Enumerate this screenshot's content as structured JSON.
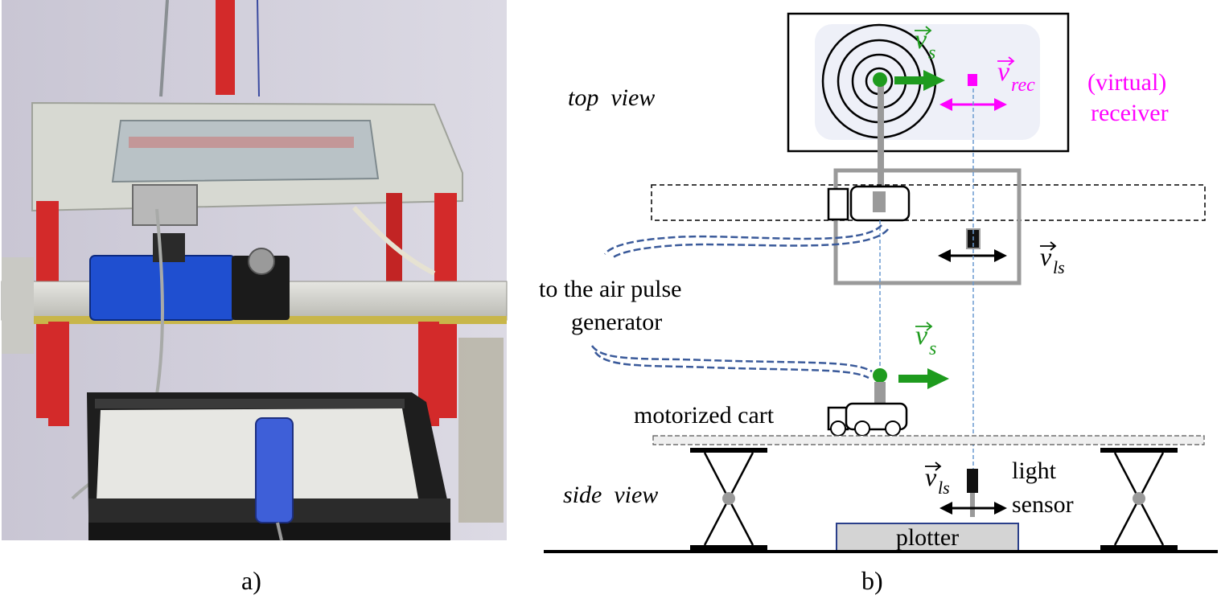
{
  "panel_a": {
    "caption": "a)"
  },
  "panel_b": {
    "caption": "b)",
    "top_view_label": "top  view",
    "side_view_label": "side  view",
    "vs_label": "v",
    "vs_sub": "s",
    "vrec_label": "v",
    "vrec_sub": "rec",
    "vls_label": "v",
    "vls_sub": "ls",
    "receiver_label_line1": "(virtual)",
    "receiver_label_line2": "receiver",
    "air_pulse_line1": "to the air pulse",
    "air_pulse_line2": "generator",
    "cart_label": "motorized cart",
    "light_sensor_line1": "light",
    "light_sensor_line2": "sensor",
    "plotter_label": "plotter",
    "colors": {
      "source": "#1e9b1e",
      "receiver": "#ff00ff",
      "hose": "#3a5a9a",
      "sensor_line": "#6a9ad0",
      "gray": "#9a9a9a"
    }
  }
}
